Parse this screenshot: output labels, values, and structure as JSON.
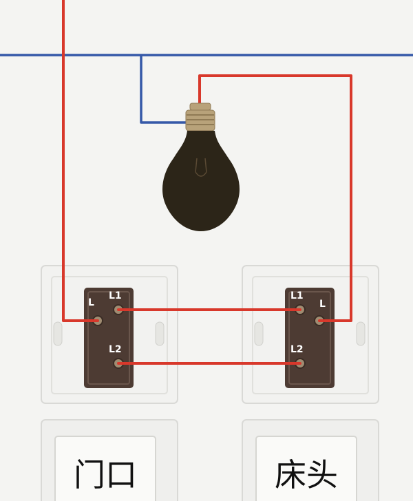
{
  "switches": [
    {
      "id": "left",
      "label": "门口",
      "terminals": {
        "common": "L",
        "l1": "L1",
        "l2": "L2"
      }
    },
    {
      "id": "right",
      "label": "床头",
      "terminals": {
        "common": "L",
        "l1": "L1",
        "l2": "L2"
      }
    }
  ],
  "colors": {
    "live": "#d8382b",
    "neutral": "#3558a8",
    "bulb_glass": "#2c2518",
    "bulb_base": "#b8a27a",
    "switch_body": "#4d3b33",
    "wall_plate": "#f2f2f0",
    "background": "#f4f4f2"
  }
}
